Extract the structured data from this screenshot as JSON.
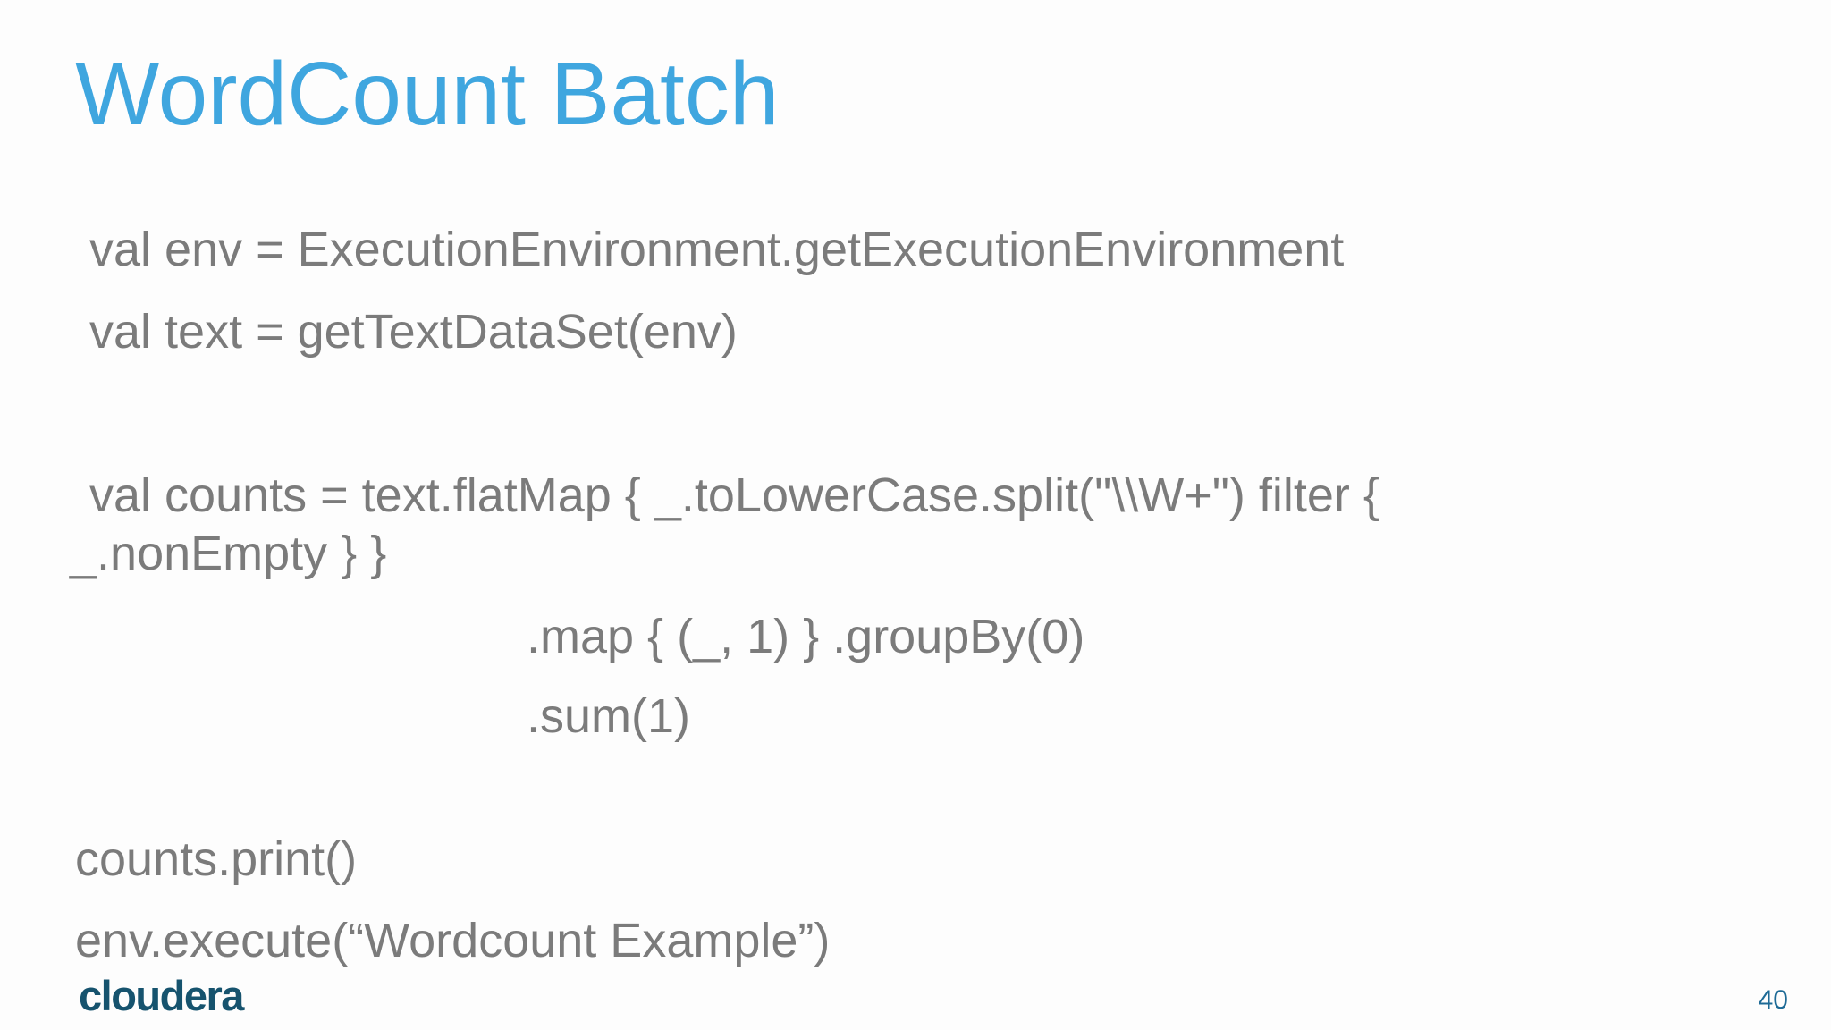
{
  "slide": {
    "title": "WordCount Batch",
    "code": {
      "lines": [
        {
          "text": " val env = ExecutionEnvironment.getExecutionEnvironment"
        },
        {
          "text": " val text = getTextDataSet(env)"
        },
        {
          "text": " val counts = text.flatMap { _.toLowerCase.split(\"\\\\W+\") filter {"
        },
        {
          "text": "_.nonEmpty } }"
        },
        {
          "text": ".map { (_, 1) } .groupBy(0)"
        },
        {
          "text": ".sum(1)"
        },
        {
          "text": "counts.print()"
        },
        {
          "text": "env.execute(“Wordcount Example”)"
        }
      ]
    },
    "footer": {
      "logo_text": "cloudera",
      "page_number": "40"
    },
    "colors": {
      "title": "#3fa6df",
      "code_text": "#7b7b7b",
      "logo": "#16536e",
      "page_number": "#1d6a96",
      "background": "#fdfdfd"
    }
  }
}
